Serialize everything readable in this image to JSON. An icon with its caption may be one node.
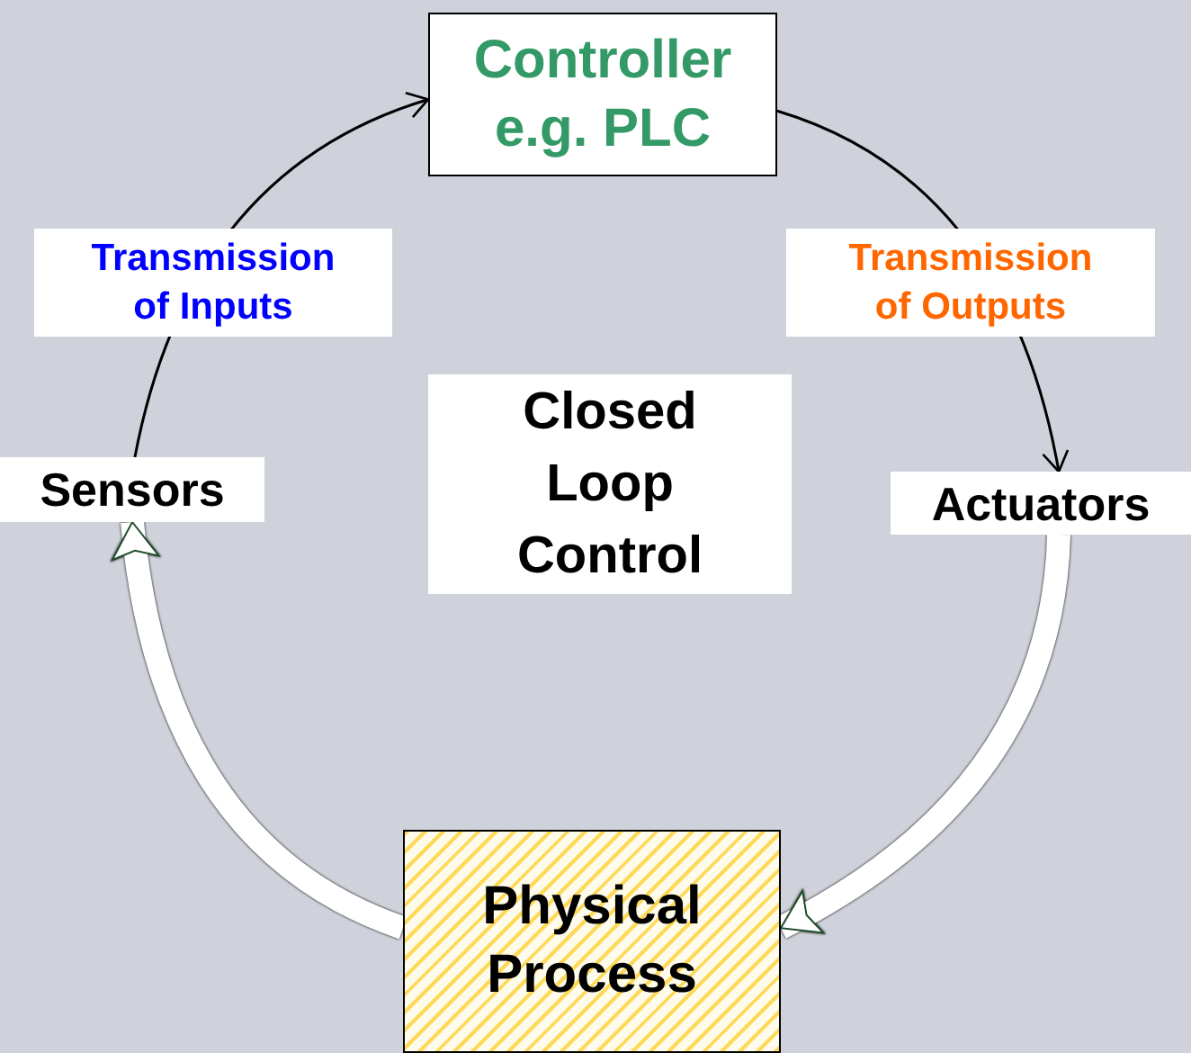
{
  "diagram": {
    "nodes": [
      {
        "text": [
          "Controller e.g. PLC"
        ]
      },
      {
        "text": [
          "Sensors"
        ]
      },
      {
        "text": [
          "Actuators"
        ]
      },
      {
        "text": [
          "Physical Process"
        ]
      },
      {
        "text": [
          "Closed Loop Control"
        ]
      }
    ],
    "edges": [
      {
        "from": 1,
        "to": 0,
        "arrow": "to",
        "label": "Transmission of Inputs"
      },
      {
        "from": 0,
        "to": 2,
        "arrow": "to",
        "label": "Transmission of Outputs"
      },
      {
        "from": 2,
        "to": 3,
        "arrow": "to",
        "style": "thick",
        "color": "#ffffff"
      },
      {
        "from": 3,
        "to": 1,
        "arrow": "to",
        "style": "thick",
        "color": "#ffffff"
      }
    ]
  }
}
